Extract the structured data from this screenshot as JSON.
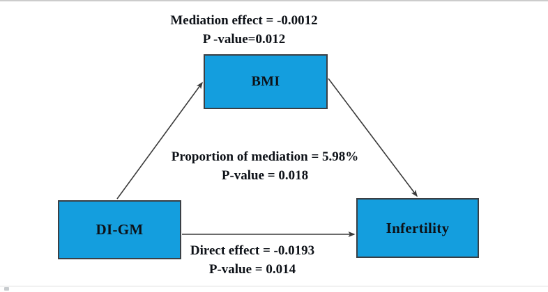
{
  "nodes": {
    "bmi": {
      "label": "BMI"
    },
    "digm": {
      "label": "DI-GM"
    },
    "infertility": {
      "label": "Infertility"
    }
  },
  "annotations": {
    "mediation": {
      "line1": "Mediation effect = -0.0012",
      "line2": "P -value=0.012"
    },
    "proportion": {
      "line1": "Proportion of mediation = 5.98%",
      "line2": "P-value = 0.018"
    },
    "direct": {
      "line1": "Direct effect = -0.0193",
      "line2": "P-value = 0.014"
    }
  },
  "edges": [
    {
      "from": "DI-GM",
      "to": "BMI"
    },
    {
      "from": "BMI",
      "to": "Infertility"
    },
    {
      "from": "DI-GM",
      "to": "Infertility"
    }
  ],
  "colors": {
    "box_fill": "#149ede",
    "box_border": "#3a3f44",
    "arrow": "#3a3a3a",
    "text": "#0d1117"
  }
}
